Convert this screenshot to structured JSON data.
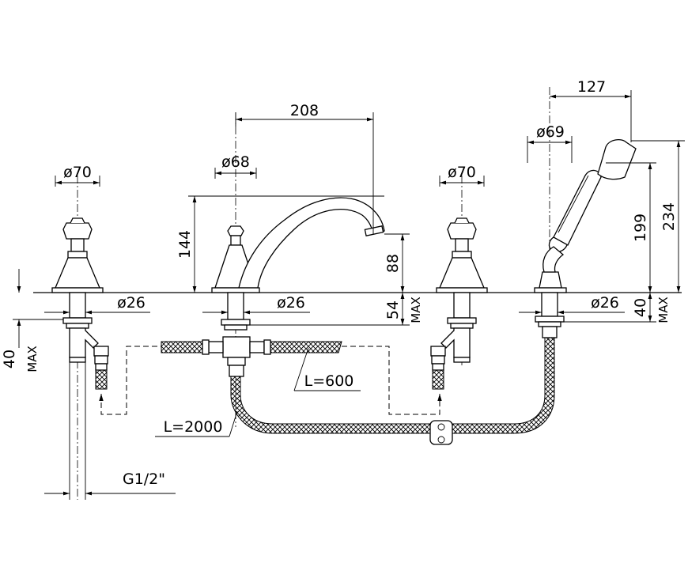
{
  "dimensions": {
    "spout_reach": "208",
    "spout_base_dia": "ø68",
    "valve_left_dia": "ø70",
    "valve_right_dia": "ø70",
    "shower_reach": "127",
    "shower_base_dia": "ø69",
    "spout_height": "144",
    "spout_outlet_height": "88",
    "shower_holder_height": "199",
    "shower_total_height": "234",
    "shank_left_dia": "ø26",
    "shank_spout_dia": "ø26",
    "shank_shower_dia": "ø26",
    "deck_spout_value": "54",
    "deck_spout_max": "MAX",
    "deck_left_value": "40",
    "deck_left_max": "MAX",
    "deck_shower_value": "40",
    "deck_shower_max": "MAX",
    "hose_short": "L=600",
    "hose_long": "L=2000",
    "thread": "G1/2\""
  }
}
